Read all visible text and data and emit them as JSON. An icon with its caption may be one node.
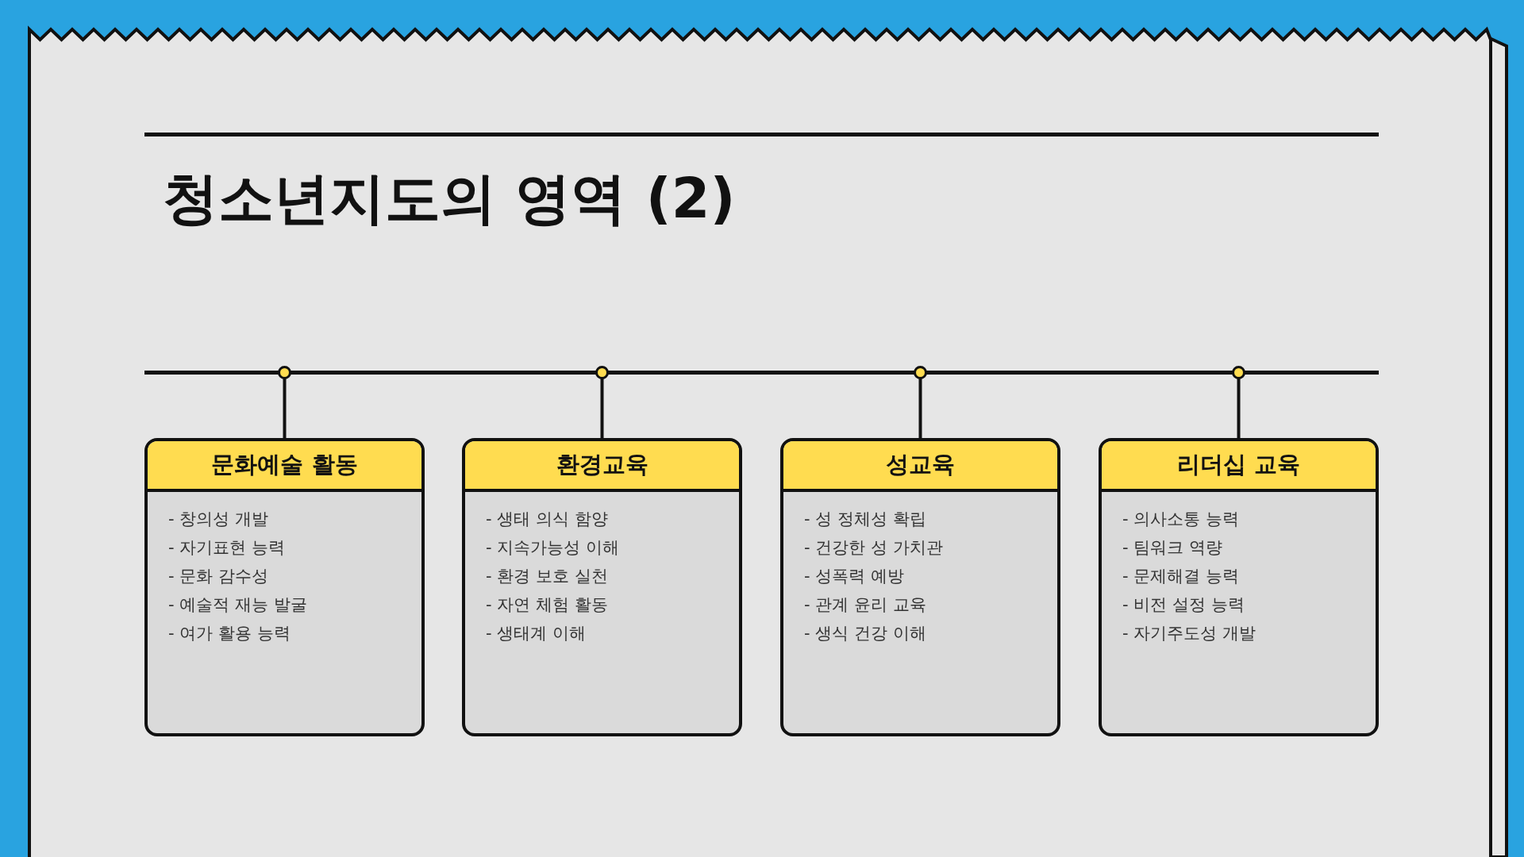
{
  "diagram": {
    "title": "청소년지도의 영역 (2)",
    "nodes": [
      {
        "text": [],
        "shape": "bar"
      },
      {
        "text": [
          "문화예술 활동",
          "- 창의성 개발",
          "- 자기표현 능력",
          "- 문화 감수성",
          "- 예술적 재능 발굴",
          "- 여가 활용 능력"
        ]
      },
      {
        "text": [
          "환경교육",
          "- 생태 의식 함양",
          "- 지속가능성 이해",
          "- 환경 보호 실천",
          "- 자연 체험 활동",
          "- 생태계 이해"
        ]
      },
      {
        "text": [
          "성교육",
          "- 성 정체성 확립",
          "- 건강한 성 가치관",
          "- 성폭력 예방",
          "- 관계 윤리 교육",
          "- 생식 건강 이해"
        ]
      },
      {
        "text": [
          "리더십 교육",
          "- 의사소통 능력",
          "- 팀워크 역량",
          "- 문제해결 능력",
          "- 비전 설정 능력",
          "- 자기주도성 개발"
        ]
      }
    ],
    "edges": [
      {
        "from": 0,
        "to": 1,
        "arrow": "other"
      },
      {
        "from": 0,
        "to": 2,
        "arrow": "other"
      },
      {
        "from": 0,
        "to": 3,
        "arrow": "other"
      },
      {
        "from": 0,
        "to": 4,
        "arrow": "other"
      }
    ]
  }
}
